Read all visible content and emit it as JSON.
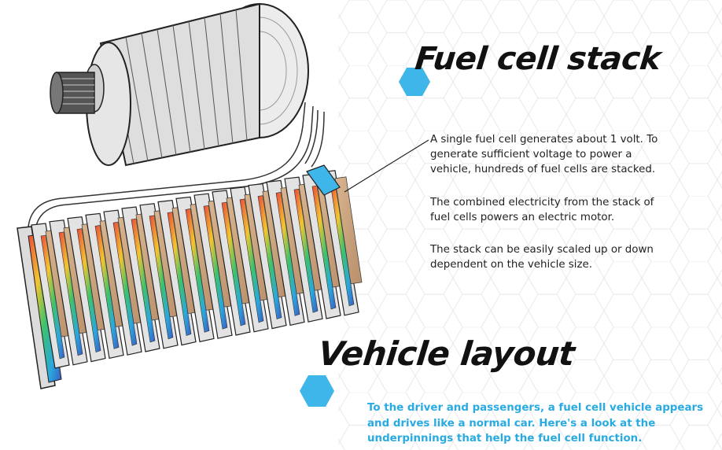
{
  "colors": {
    "accent": "#29abe2",
    "hexagon": "#3fb6ea",
    "text": "#222222",
    "title": "#111111",
    "hex_pattern": "#e6e6e6"
  },
  "fuel_cell_stack": {
    "title": "Fuel cell stack",
    "paragraphs": [
      "A single fuel cell generates about 1 volt. To generate sufficient voltage to power a vehicle, hundreds of fuel cells are stacked.",
      "The combined electricity from the stack of fuel cells powers an electric motor.",
      "The stack can be easily scaled up or down dependent on the vehicle size."
    ]
  },
  "vehicle_layout": {
    "title": "Vehicle layout",
    "description": "To the driver and passengers, a fuel cell vehicle appears and drives like a normal car. Here's a look at the underpinnings that help the fuel cell function."
  },
  "illustration": {
    "motor_icon": "electric-motor-icon",
    "stack_icon": "fuel-cell-stack-icon",
    "cell_count": 17
  }
}
